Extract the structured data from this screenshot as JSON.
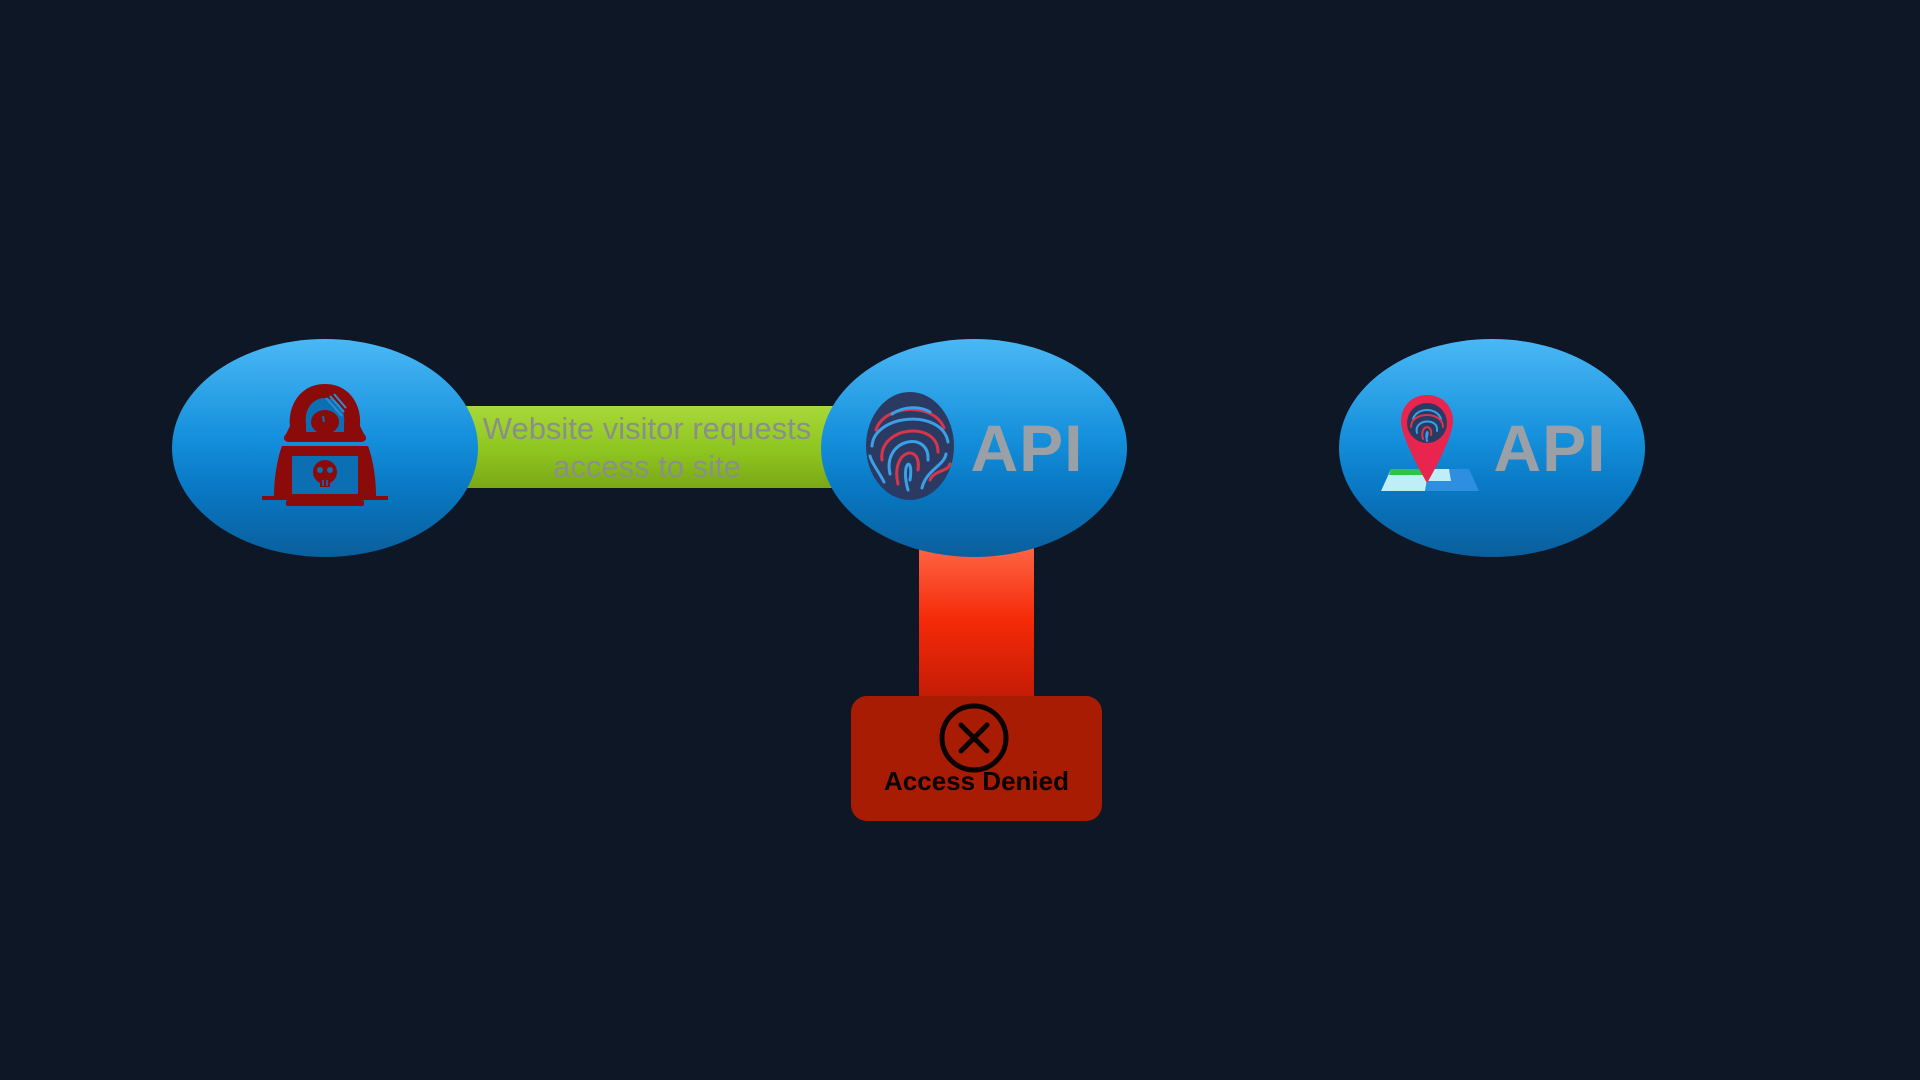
{
  "diagram": {
    "nodes": [
      {
        "id": "visitor",
        "icon": "hooded-hacker-laptop-icon"
      },
      {
        "id": "fingerprint-api",
        "icon": "fingerprint-icon",
        "label": "API"
      },
      {
        "id": "geolocation-api",
        "icon": "map-pin-fingerprint-icon",
        "label": "API"
      }
    ],
    "connector": {
      "label_line1": "Website visitor requests",
      "label_line2": "access to site",
      "color": "#8ec51f"
    },
    "result": {
      "label": "Access Denied",
      "icon": "x-circle-icon",
      "color": "#a81c04"
    },
    "colors": {
      "background": "#0e1726",
      "node": "#1590dc",
      "denial_stem": "#f52a08"
    }
  }
}
